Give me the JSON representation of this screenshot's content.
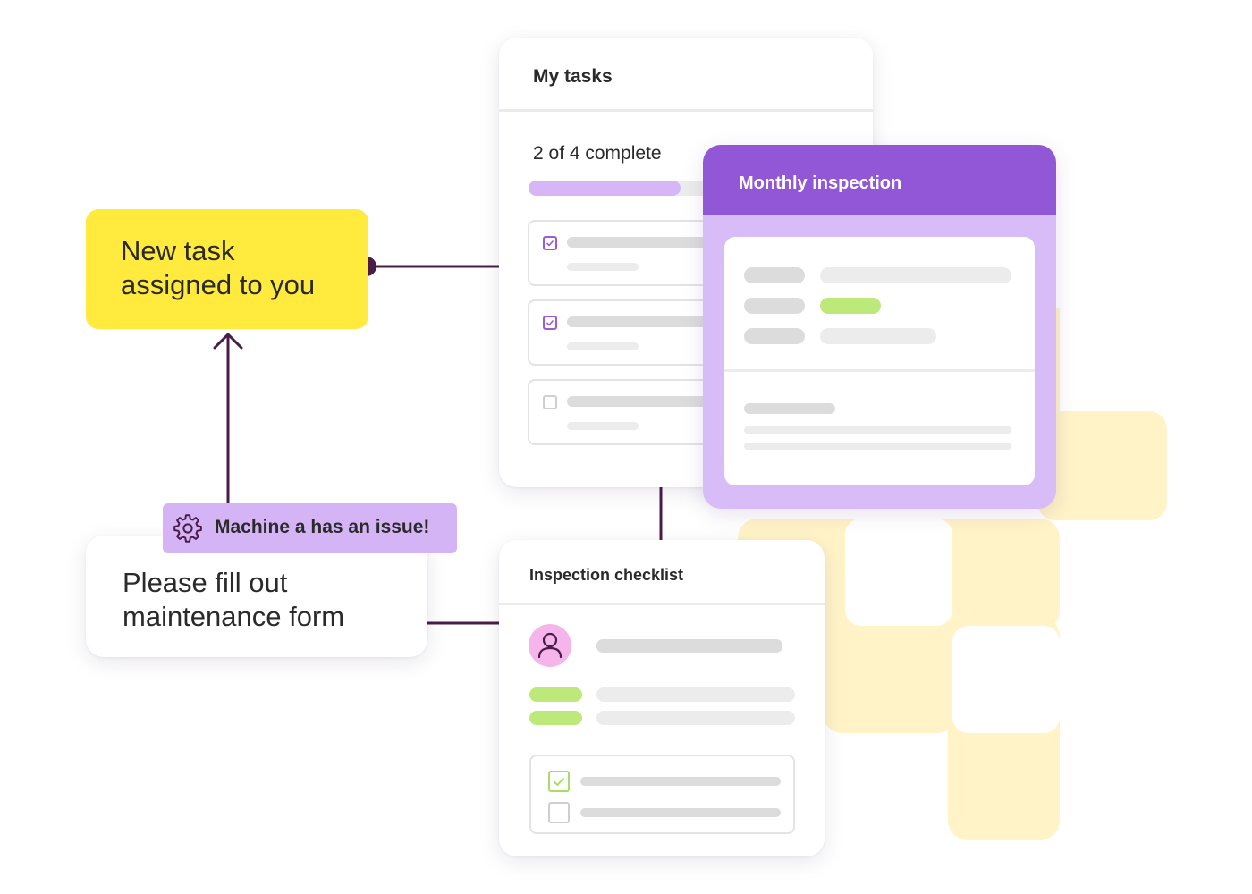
{
  "notification": {
    "text_line1": "New task",
    "text_line2": "assigned to you"
  },
  "issue_badge": {
    "text": "Machine a has an issue!",
    "icon": "gear-icon"
  },
  "form_card": {
    "text_line1": "Please fill out",
    "text_line2": "maintenance form"
  },
  "tasks_card": {
    "title": "My tasks",
    "progress_text": "2 of 4 complete",
    "progress_fraction": 0.5,
    "items": [
      {
        "checked": true
      },
      {
        "checked": true
      },
      {
        "checked": false
      }
    ]
  },
  "inspection_card": {
    "title": "Monthly inspection"
  },
  "checklist_card": {
    "title": "Inspection checklist",
    "avatar_icon": "user-icon",
    "items": [
      {
        "checked": true
      },
      {
        "checked": false
      }
    ]
  },
  "colors": {
    "notification_yellow": "#ffea3d",
    "badge_purple": "#d5b4f6",
    "header_purple": "#9157d6",
    "light_purple": "#d8bcf8",
    "connector": "#4a1d48",
    "accent_green": "#bde97a",
    "avatar_pink": "#f6b5ea",
    "bg_pattern_yellow": "#fff3c7"
  }
}
